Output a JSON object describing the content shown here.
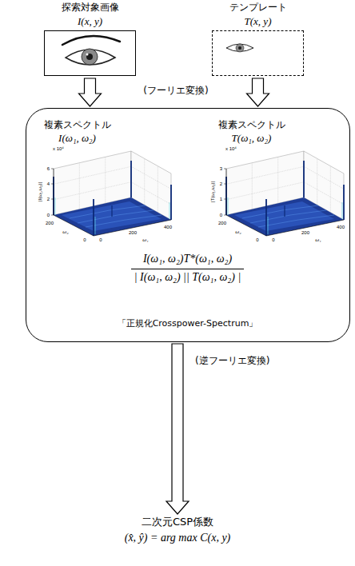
{
  "diagram": {
    "nodes": [
      {
        "text": [
          "探索対象画像",
          "I(x, y)"
        ]
      },
      {
        "text": [
          "テンプレート",
          "T(x, y)"
        ]
      },
      {
        "text": [
          "I(ω₁, ω₂)T*(ω₁, ω₂)",
          "| I(ω₁, ω₂) || T(ω₁, ω₂) |",
          "「正規化Crosspower-Spectrum」"
        ]
      },
      {
        "text": [
          "複素スペクトル",
          "I(ω₁, ω₂)"
        ],
        "in": 2
      },
      {
        "text": [
          "複素スペクトル",
          "T(ω₁, ω₂)"
        ],
        "in": 2
      },
      {
        "text": [
          "二次元CSP係数",
          "(x̂, ŷ) = arg max C(x, y)"
        ]
      }
    ],
    "edges": [
      {
        "from": 0,
        "to": 2,
        "arrow": "to"
      },
      {
        "from": 1,
        "to": 2,
        "arrow": "to"
      },
      {
        "from": 2,
        "to": 5,
        "arrow": "to",
        "label": "(逆フーリエ変換)"
      }
    ],
    "labels": [
      "(フーリエ変換)",
      "x 10⁴",
      "6",
      "4",
      "2",
      "0",
      "|I(ω₁,ω₂)|",
      "ω₂",
      "ω₁",
      "200",
      "0",
      "0",
      "200",
      "400",
      "x 10⁴",
      "3",
      "2",
      "1",
      "0",
      "|T(ω₁,ω₂)|",
      "ω₂",
      "ω₁",
      "200",
      "0",
      "0",
      "200",
      "400"
    ]
  }
}
